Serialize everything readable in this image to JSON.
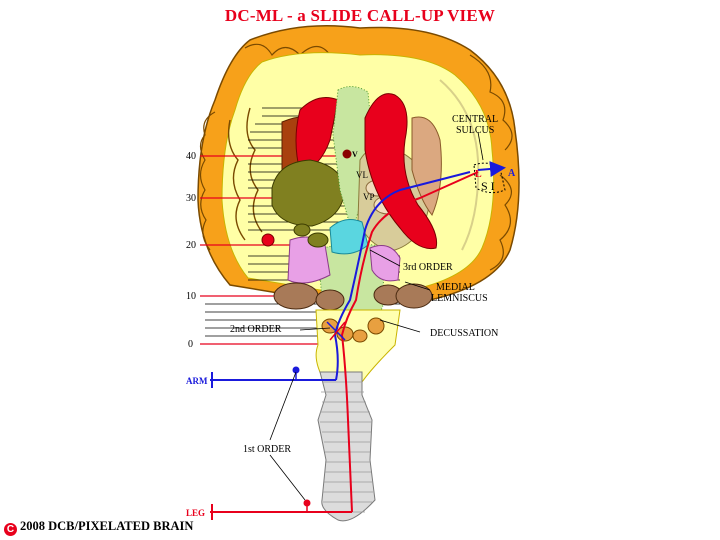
{
  "title": "DC-ML - a SLIDE CALL-UP VIEW",
  "slide_levels": [
    "40",
    "30",
    "20",
    "10",
    "0"
  ],
  "labels": {
    "central_sulcus_line1": "CENTRAL",
    "central_sulcus_line2": "SULCUS",
    "s1": "S I",
    "l_marker": "L",
    "a_marker": "A",
    "v_marker": "V",
    "vl": "VL",
    "vp": "VP",
    "third_order": "3rd ORDER",
    "medial_lemniscus_line1": "MEDIAL",
    "medial_lemniscus_line2": "LEMNISCUS",
    "second_order": "2nd ORDER",
    "decussation": "DECUSSATION",
    "arm": "ARM",
    "first_order": "1st ORDER",
    "leg": "LEG"
  },
  "colors": {
    "cortex": "#f7a11a",
    "white_matter": "#ffffa6",
    "pathway_arm": "#1a1adc",
    "pathway_leg": "#e8001c",
    "title": "#e8001c"
  },
  "footer": {
    "copyright_symbol": "C",
    "text": "2008  DCB/PIXELATED BRAIN"
  }
}
